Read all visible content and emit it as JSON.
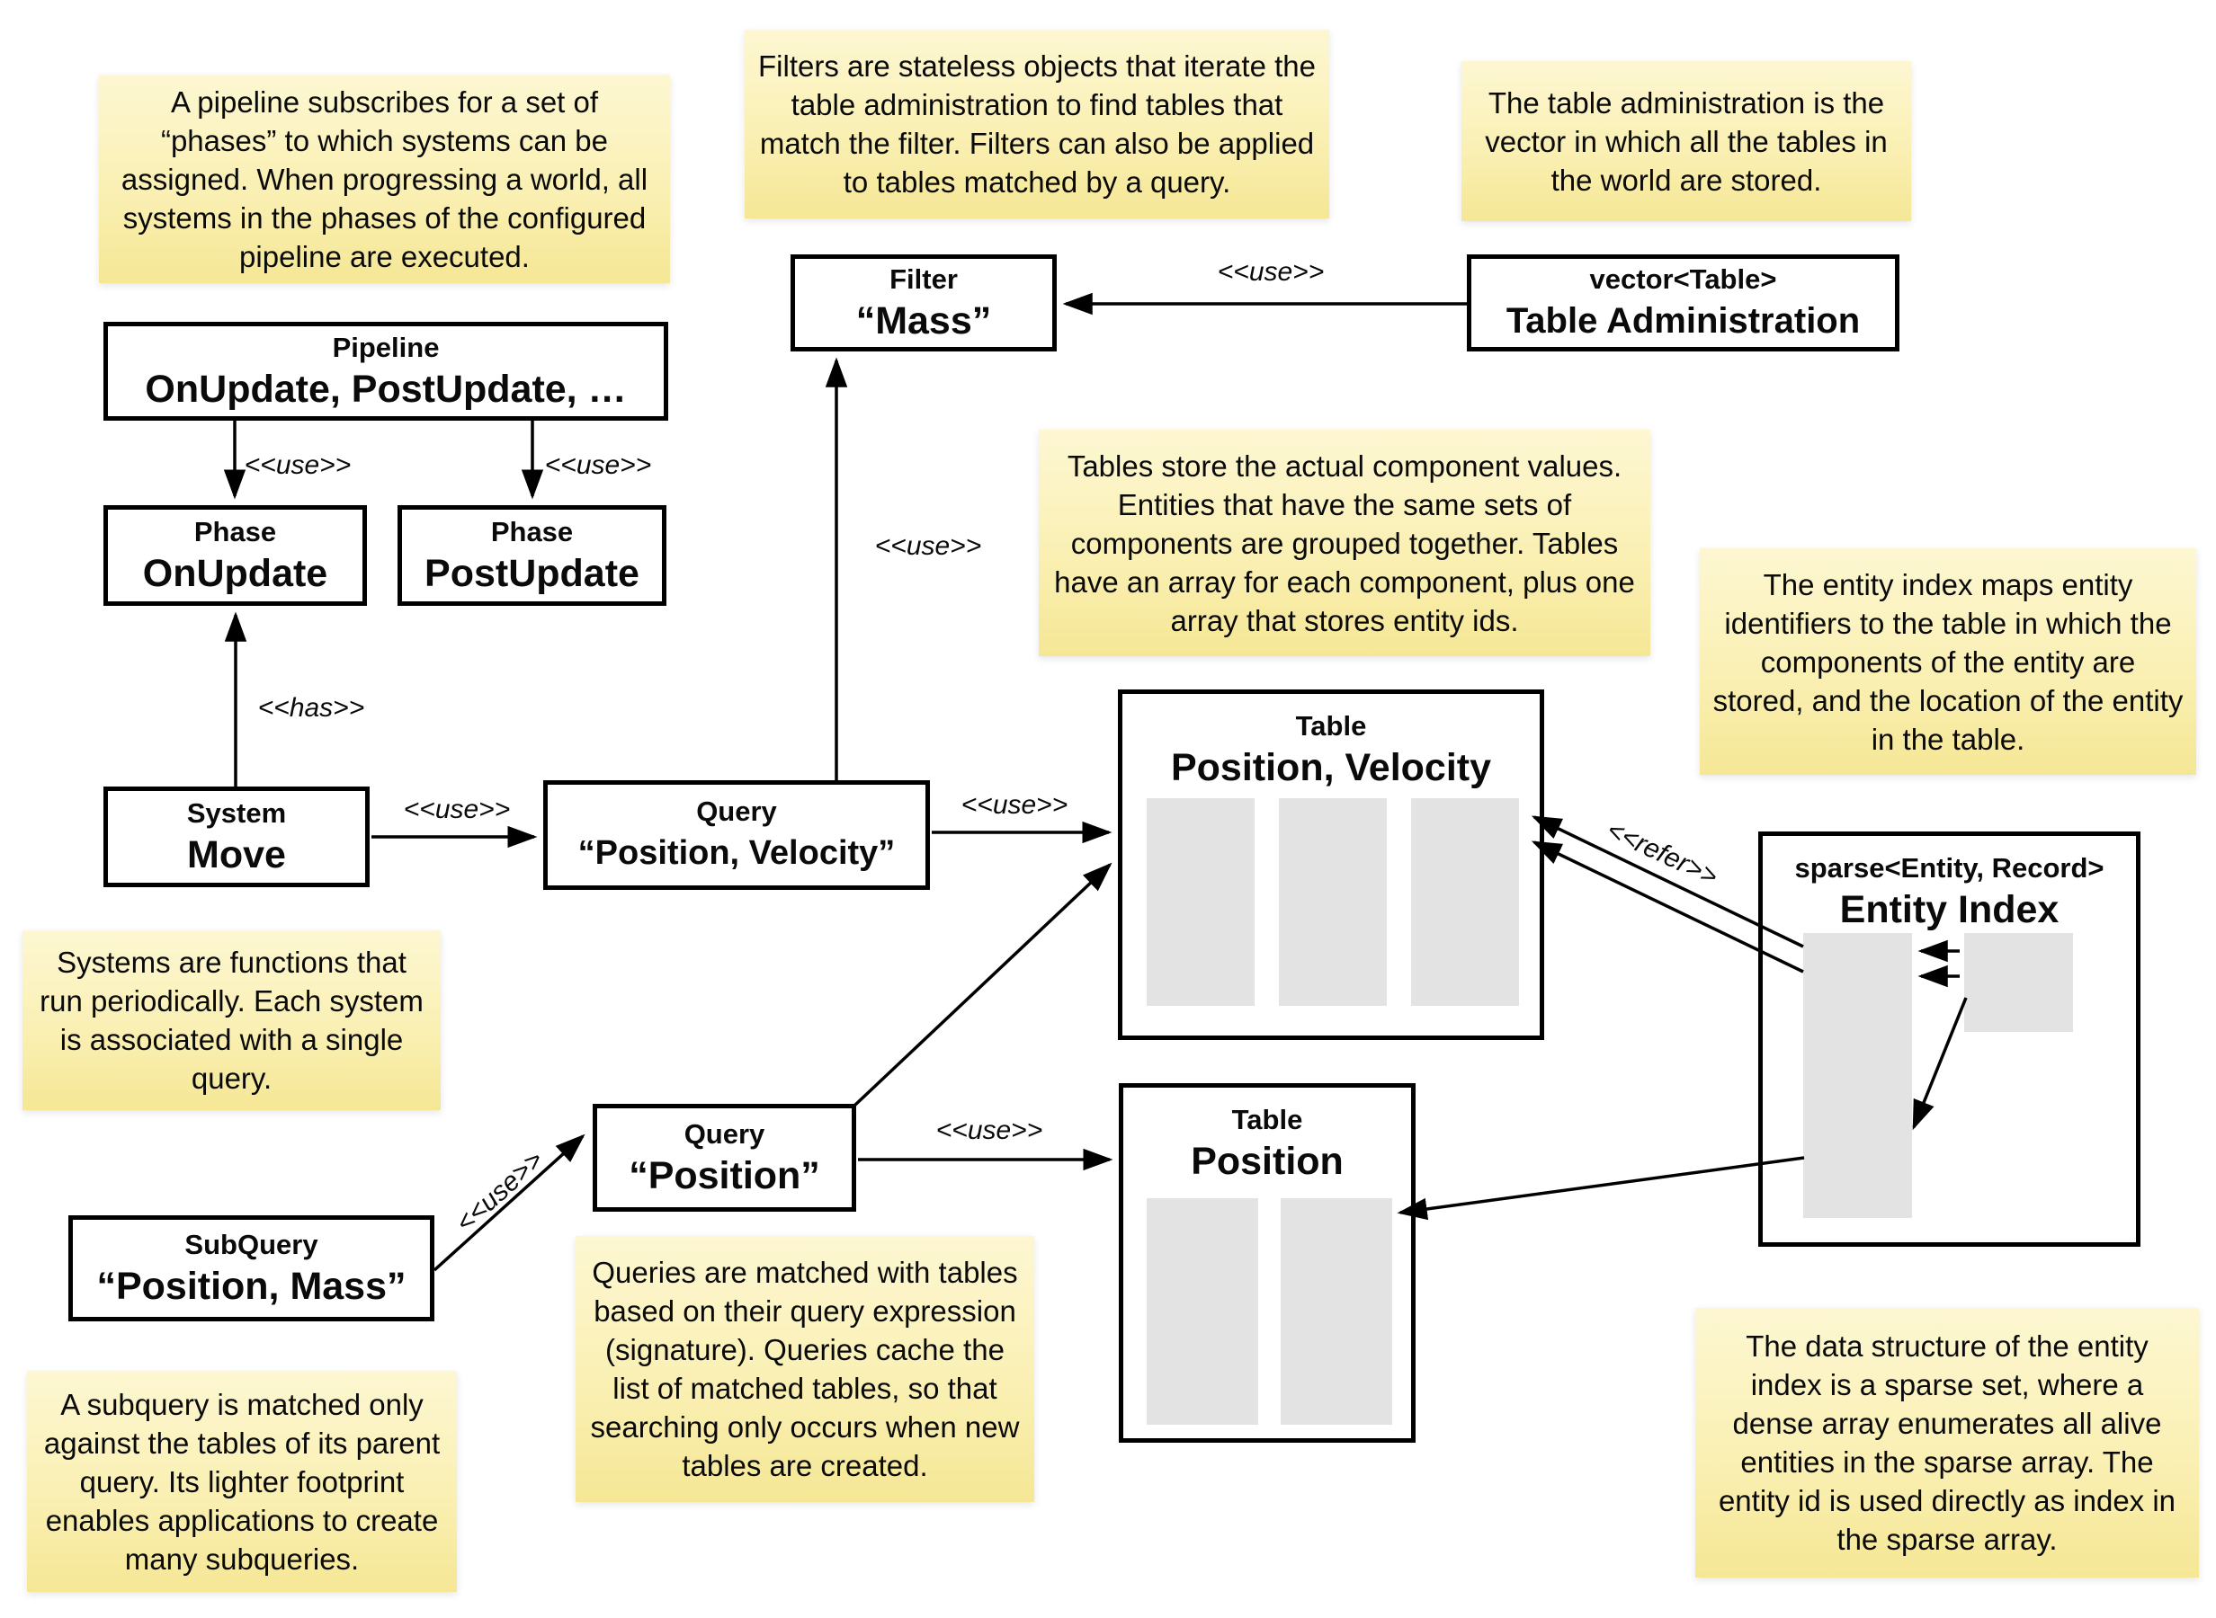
{
  "title": "ECS architecture diagram",
  "colors": {
    "background": "#ffffff",
    "note_fill_top": "#fdf7d2",
    "note_fill_bottom": "#f5e795",
    "box_border": "#000000",
    "array_fill": "#e3e3e3"
  },
  "notes": [
    {
      "id": "pipeline",
      "text": "A pipeline subscribes for a set of “phases” to which systems can be assigned. When progressing a world, all systems in the phases of the configured pipeline are executed."
    },
    {
      "id": "filters",
      "text": "Filters are stateless objects that iterate the table administration to find tables that match the filter. Filters can also be applied to tables matched by a query."
    },
    {
      "id": "tableadmin",
      "text": "The table administration is the vector in which all the tables in the world are stored."
    },
    {
      "id": "tables",
      "text": "Tables store the actual component values. Entities that have the same sets of components are grouped together. Tables have an array for each component, plus one array that stores entity ids."
    },
    {
      "id": "entityindex",
      "text": "The entity index maps entity identifiers to the table in which the components of the entity are stored, and the location of the entity in the table."
    },
    {
      "id": "systems",
      "text": "Systems are functions that run periodically. Each system is associated with a single query."
    },
    {
      "id": "queries",
      "text": "Queries are matched with tables based on their query expression (signature). Queries cache the list of matched tables, so that searching only occurs when new tables are created."
    },
    {
      "id": "subquery",
      "text": "A subquery is matched only against the tables of its parent query. Its lighter footprint enables applications to create many subqueries."
    },
    {
      "id": "sparse",
      "text": "The data structure of the entity index is a sparse set, where a dense array enumerates all alive entities in the sparse array. The entity id is used directly as index in the sparse array."
    }
  ],
  "nodes": [
    {
      "id": "pipeline",
      "stereotype": "Pipeline",
      "name": "OnUpdate, PostUpdate, …"
    },
    {
      "id": "phase-onupdate",
      "stereotype": "Phase",
      "name": "OnUpdate"
    },
    {
      "id": "phase-postupdate",
      "stereotype": "Phase",
      "name": "PostUpdate"
    },
    {
      "id": "filter-mass",
      "stereotype": "Filter",
      "name": "“Mass”"
    },
    {
      "id": "table-admin",
      "stereotype": "vector<Table>",
      "name": "Table Administration"
    },
    {
      "id": "system-move",
      "stereotype": "System",
      "name": "Move"
    },
    {
      "id": "query-pos-vel",
      "stereotype": "Query",
      "name": "“Position, Velocity”"
    },
    {
      "id": "table-pos-vel",
      "stereotype": "Table",
      "name": "Position, Velocity"
    },
    {
      "id": "table-pos",
      "stereotype": "Table",
      "name": "Position"
    },
    {
      "id": "query-pos",
      "stereotype": "Query",
      "name": "“Position”"
    },
    {
      "id": "subquery",
      "stereotype": "SubQuery",
      "name": "“Position, Mass”"
    },
    {
      "id": "entity-index",
      "stereotype": "sparse<Entity, Record>",
      "name": "Entity Index"
    }
  ],
  "edge_labels": [
    {
      "id": "pipeline-to-phase-onupdate",
      "label": "<<use>>"
    },
    {
      "id": "pipeline-to-phase-postupdate",
      "label": "<<use>>"
    },
    {
      "id": "system-to-phase",
      "label": "<<has>>"
    },
    {
      "id": "system-to-query",
      "label": "<<use>>"
    },
    {
      "id": "query-pv-to-filter",
      "label": "<<use>>"
    },
    {
      "id": "tableadmin-to-filter",
      "label": "<<use>>"
    },
    {
      "id": "query-pv-to-table-pv",
      "label": "<<use>>"
    },
    {
      "id": "query-pos-to-table-pos",
      "label": "<<use>>"
    },
    {
      "id": "subquery-to-query-pos",
      "label": "<<use>>"
    },
    {
      "id": "entityindex-to-table-refer",
      "label": "<<refer>>"
    }
  ]
}
